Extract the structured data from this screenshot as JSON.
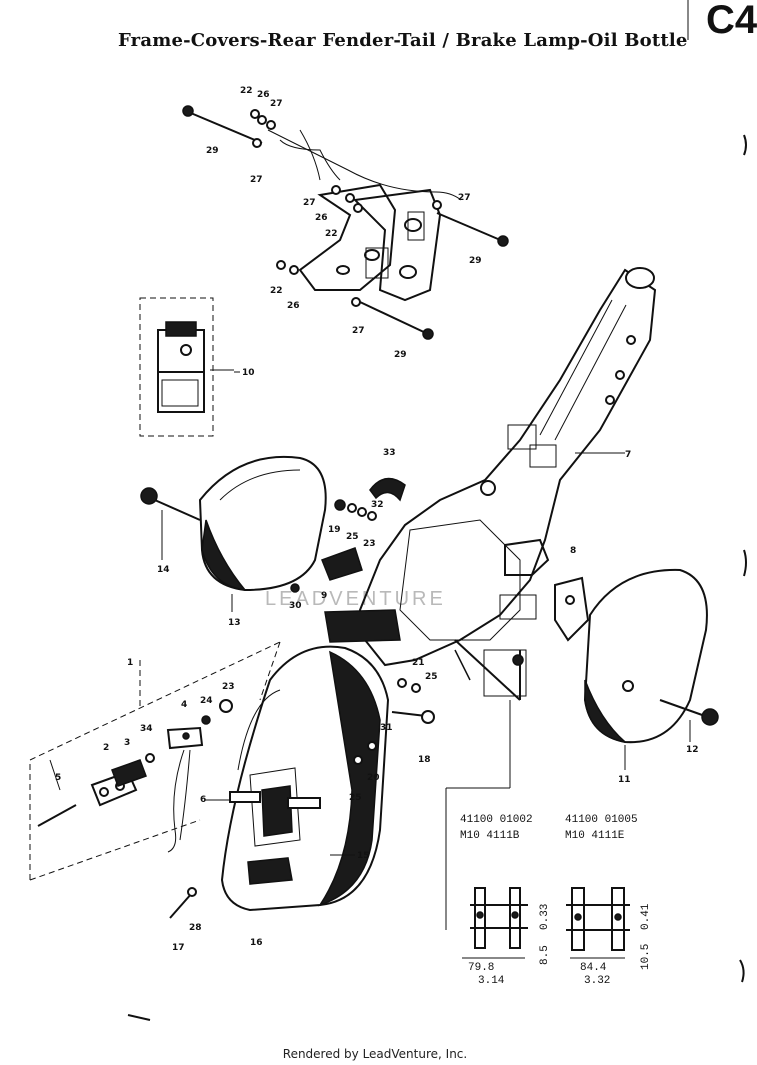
{
  "title": "Frame-Covers-Rear Fender-Tail / Brake Lamp-Oil Bottle",
  "corner_mark": "C4",
  "footer": "Rendered by LeadVenture, Inc.",
  "watermark": "LEADVENTURE",
  "callouts": {
    "c22a": "22",
    "c26a": "26",
    "c27a": "27",
    "c29a": "29",
    "c27b": "27",
    "c27c": "27",
    "c26b": "26",
    "c22b": "22",
    "c27d": "27",
    "c29b": "29",
    "c22c": "22",
    "c26c": "26",
    "c27e": "27",
    "c29c": "29",
    "c10": "10",
    "c33": "33",
    "c7": "7",
    "c14": "14",
    "c32": "32",
    "c19": "19",
    "c25a": "25",
    "c23a": "23",
    "c8": "8",
    "c9": "9",
    "c13": "13",
    "c30": "30",
    "c12": "12",
    "c11": "11",
    "c21": "21",
    "c25b": "25",
    "c31": "31",
    "c18": "18",
    "c20": "20",
    "c25c": "25",
    "c1": "1",
    "c4": "4",
    "c24": "24",
    "c23b": "23",
    "c34": "34",
    "c2": "2",
    "c3": "3",
    "c5": "5",
    "c6": "6",
    "c15": "15",
    "c16": "16",
    "c17": "17",
    "c28": "28"
  },
  "specs": {
    "left": {
      "part": "41100 01002",
      "model": "M10 4111B",
      "width_mm": "79.8",
      "width_in": "3.14",
      "height_mm": "8.5",
      "height_in": "0.33"
    },
    "right": {
      "part": "41100 01005",
      "model": "M10 4111E",
      "width_mm": "84.4",
      "width_in": "3.32",
      "height_mm": "10.5",
      "height_in": "0.41"
    }
  }
}
